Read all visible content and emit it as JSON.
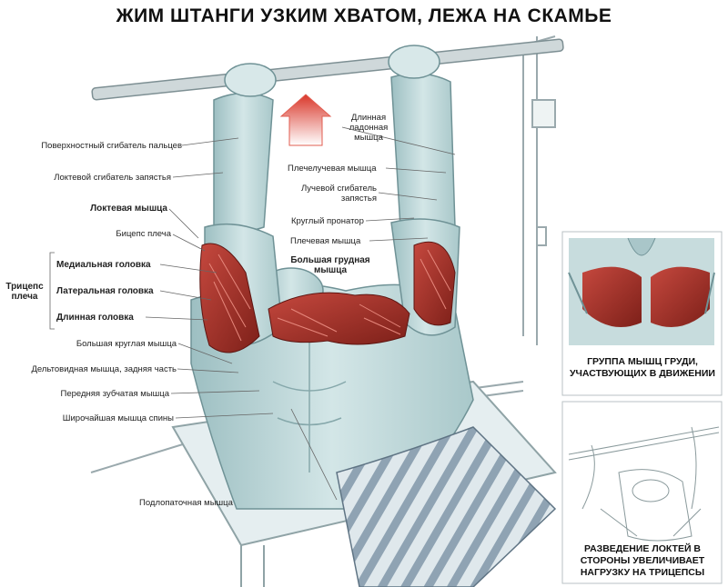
{
  "title": "ЖИМ ШТАНГИ УЗКИМ ХВАТОМ, ЛЕЖА НА СКАМЬЕ",
  "labels_left": [
    "Поверхностный сгибатель пальцев",
    "Локтевой сгибатель запястья",
    "Локтевая мышца",
    "Бицепс плеча",
    "Медиальная головка",
    "Латеральная головка",
    "Длинная головка",
    "Большая круглая мышца",
    "Дельтовидная мышца, задняя часть",
    "Передняя зубчатая мышца",
    "Широчайшая мышца спины"
  ],
  "triceps_group": "Трицепс плеча",
  "labels_right": [
    "Длинная ладонная мышца",
    "Плечелучевая мышца",
    "Лучевой сгибатель запястья",
    "Круглый пронатор",
    "Плечевая мышца",
    "Большая грудная мышца"
  ],
  "label_bottom": "Подлопаточная мышца",
  "inset_top_caption": "ГРУППА МЫШЦ ГРУДИ, УЧАСТВУЮЩИХ В ДВИЖЕНИИ",
  "inset_bottom_caption": "РАЗВЕДЕНИЕ ЛОКТЕЙ В СТОРОНЫ УВЕЛИЧИВАЕТ НАГРУЗКУ НА ТРИЦЕПСЫ",
  "colors": {
    "skin": "#c9dfe0",
    "skin_shadow": "#8fb1b4",
    "muscle_red": "#a8322a",
    "arrow_red": "#d9372a"
  }
}
